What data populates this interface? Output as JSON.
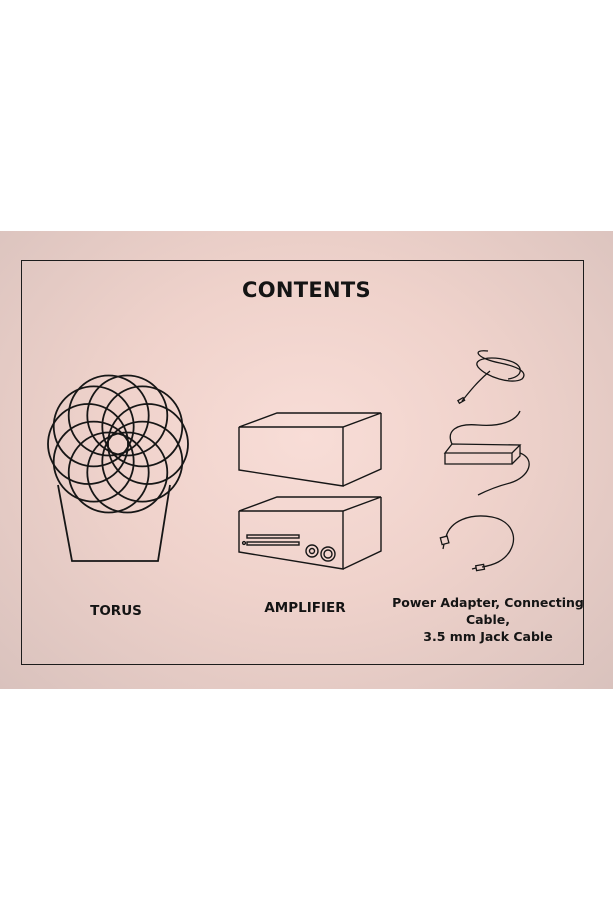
{
  "title": "CONTENTS",
  "items": [
    {
      "label": "TORUS",
      "icon": "torus-icon"
    },
    {
      "label": "AMPLIFIER",
      "icon": "amplifier-icon"
    },
    {
      "label_line1": "Power Adapter, Connecting Cable,",
      "label_line2": "3.5 mm Jack Cable",
      "icon": "cables-icon"
    }
  ]
}
